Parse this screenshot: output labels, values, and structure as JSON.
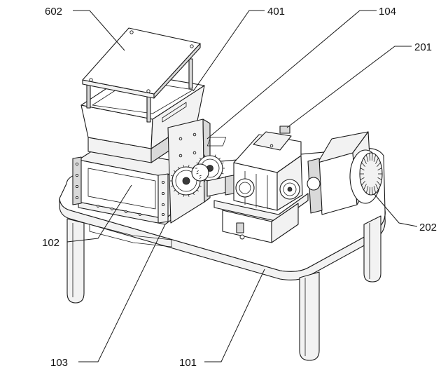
{
  "labels": {
    "l602": "602",
    "l401": "401",
    "l104": "104",
    "l201": "201",
    "l102": "102",
    "l202": "202",
    "l103": "103",
    "l101": "101"
  }
}
